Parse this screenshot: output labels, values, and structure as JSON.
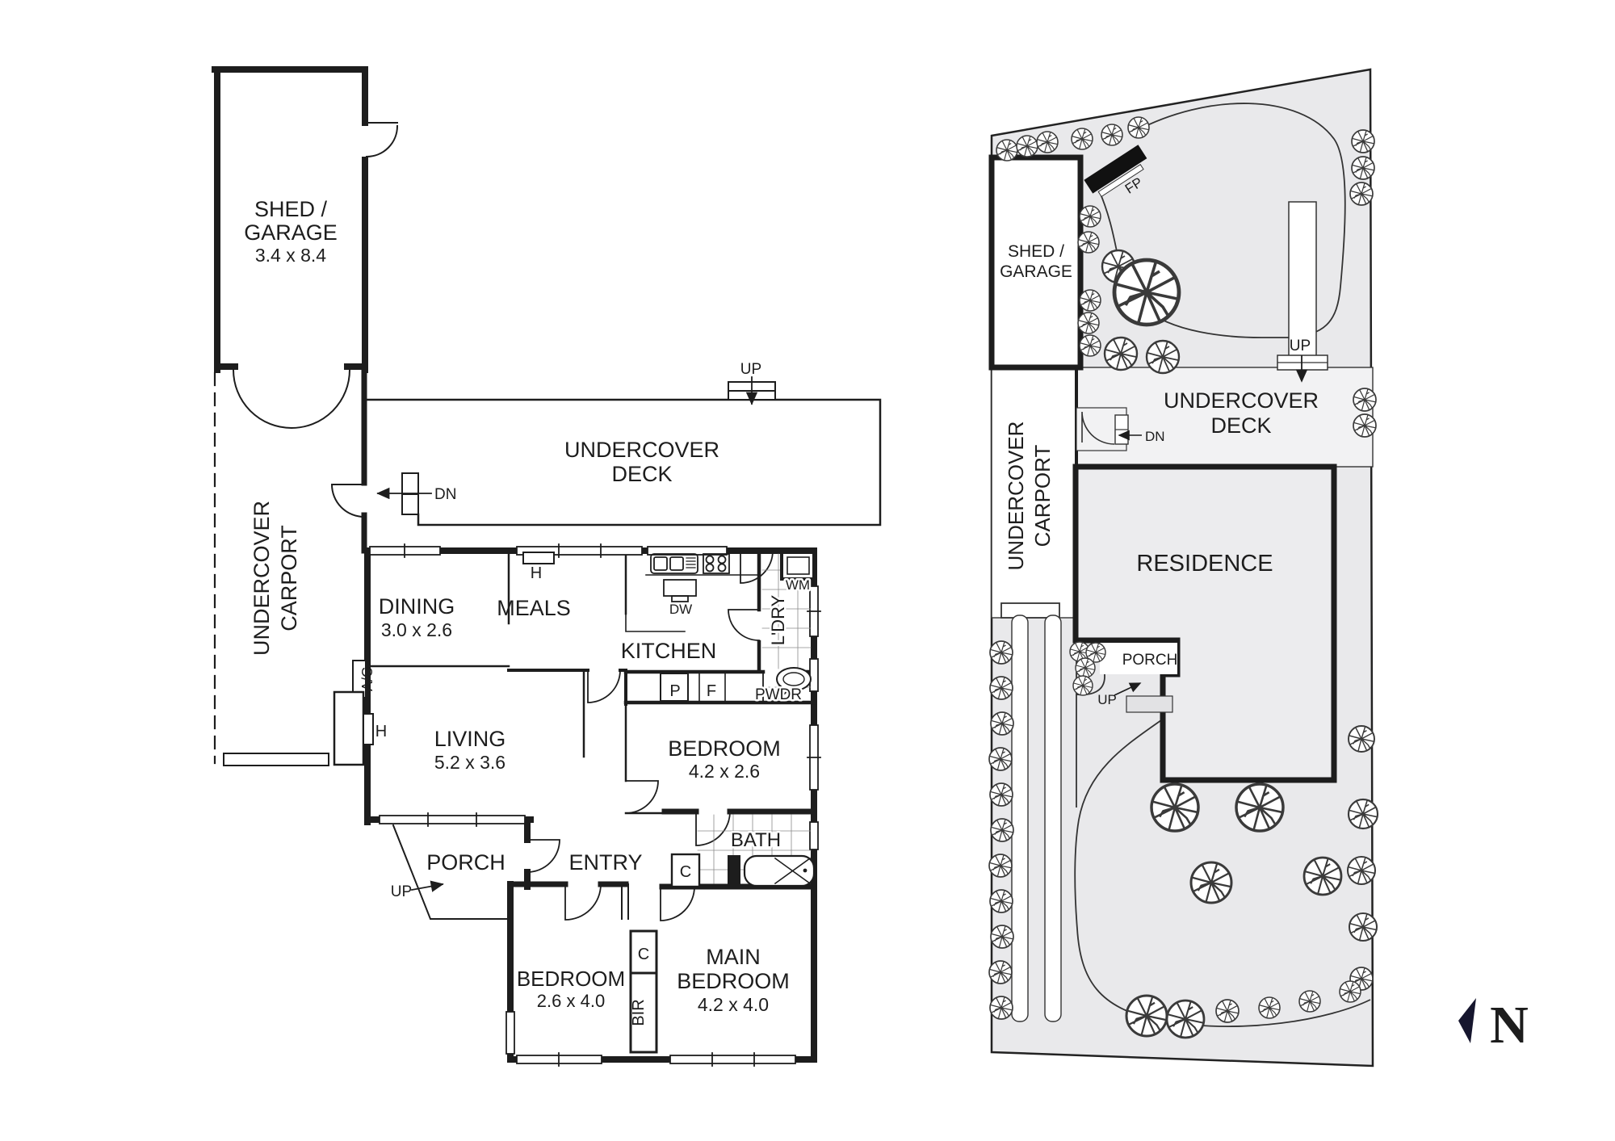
{
  "floor_plan": {
    "shed_line1": "SHED /",
    "shed_line2": "GARAGE",
    "shed_dims": "3.4 x 8.4",
    "carport_line1": "UNDERCOVER",
    "carport_line2": "CARPORT",
    "deck_line1": "UNDERCOVER",
    "deck_line2": "DECK",
    "up_deck": "UP",
    "dn_deck": "DN",
    "dining": "DINING",
    "dining_dims": "3.0 x 2.6",
    "meals": "MEALS",
    "kitchen": "KITCHEN",
    "h_meals": "H",
    "dw": "DW",
    "wm": "WM",
    "ldry": "L'DRY",
    "pwdr": "PWDR",
    "pantry": "P",
    "fridge": "F",
    "living": "LIVING",
    "living_dims": "5.2 x 3.6",
    "h_living": "H",
    "ac": "A/C",
    "bedroom1": "BEDROOM",
    "bedroom1_dims": "4.2 x 2.6",
    "bath": "BATH",
    "c_bath": "C",
    "porch": "PORCH",
    "up_porch": "UP",
    "entry": "ENTRY",
    "bedroom2": "BEDROOM",
    "bedroom2_dims": "2.6 x 4.0",
    "c_bed": "C",
    "bir": "BIR",
    "main_line1": "MAIN",
    "main_line2": "BEDROOM",
    "main_dims": "4.2 x 4.0"
  },
  "site_plan": {
    "shed_line1": "SHED /",
    "shed_line2": "GARAGE",
    "fp": "FP",
    "carport_line1": "UNDERCOVER",
    "carport_line2": "CARPORT",
    "deck_line1": "UNDERCOVER",
    "deck_line2": "DECK",
    "up_deck": "UP",
    "dn": "DN",
    "residence": "RESIDENCE",
    "porch": "PORCH",
    "up_porch": "UP"
  },
  "compass": {
    "north": "N"
  },
  "colors": {
    "ink": "#1d1d1d",
    "site_fill": "#e9e9eb",
    "deck_fill": "#f2f2f3",
    "residence_fill": "#ececee",
    "navy": "#16162e"
  }
}
